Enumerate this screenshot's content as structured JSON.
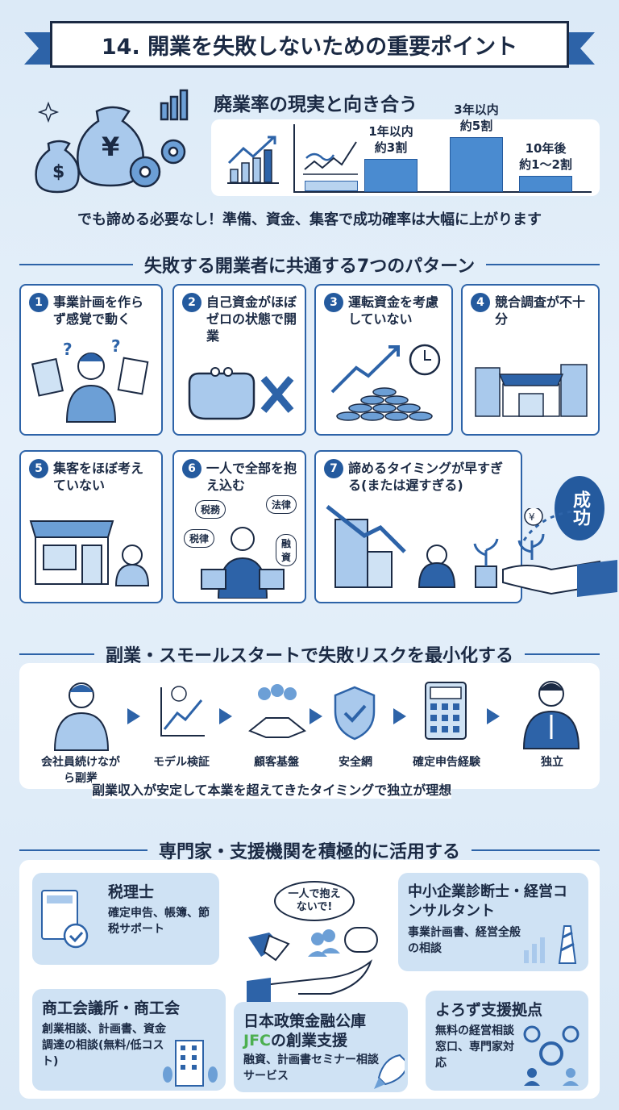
{
  "title": "14. 開業を失敗しないための重要ポイント",
  "section1": {
    "heading": "廃業率の現実と向き合う",
    "bars": [
      {
        "label_line1": "1年以内",
        "label_line2": "約3割",
        "value": 30
      },
      {
        "label_line1": "3年以内",
        "label_line2": "約5割",
        "value": 50
      },
      {
        "label_line1": "10年後",
        "label_line2": "約1〜2割",
        "value": 15
      }
    ],
    "message": "でも諦める必要なし！準備、資金、集客で成功確率は大幅に上がります"
  },
  "section2": {
    "heading": "失敗する開業者に共通する7つのパターン",
    "patterns": [
      {
        "num": "1",
        "text": "事業計画を作らず感覚で動く"
      },
      {
        "num": "2",
        "text": "自己資金がほぼゼロの状態で開業"
      },
      {
        "num": "3",
        "text": "運転資金を考慮していない"
      },
      {
        "num": "4",
        "text": "競合調査が不十分"
      },
      {
        "num": "5",
        "text": "集客をほぼ考えていない"
      },
      {
        "num": "6",
        "text": "一人で全部を抱え込む"
      },
      {
        "num": "7",
        "text": "諦めるタイミングが早すぎる(または遅すぎる)"
      }
    ],
    "tasks": [
      "税務",
      "法律",
      "税律",
      "融資"
    ],
    "success": "成功"
  },
  "section3": {
    "heading": "副業・スモールスタートで失敗リスクを最小化する",
    "steps": [
      "会社員続けながら副業",
      "モデル検証",
      "顧客基盤",
      "安全網",
      "確定申告経験",
      "独立"
    ],
    "note": "副業収入が安定して本業を超えてきたタイミングで独立が理想"
  },
  "section4": {
    "heading": "専門家・支援機関を積極的に活用する",
    "bubble": "一人で抱えないで!",
    "supports": [
      {
        "title": "税理士",
        "desc": "確定申告、帳簿、節税サポート"
      },
      {
        "title": "中小企業診断士・経営コンサルタント",
        "desc": "事業計画書、経営全般の相談"
      },
      {
        "title": "商工会議所・商工会",
        "desc": "創業相談、計画書、資金調達の相談(無料/低コスト)"
      },
      {
        "title": "日本政策金融公庫",
        "title2_accent": "JFC",
        "title2": "の創業支援",
        "desc": "融資、計画書セミナー相談サービス"
      },
      {
        "title": "よろず支援拠点",
        "desc": "無料の経営相談窓口、専門家対応"
      }
    ]
  },
  "colors": {
    "primary": "#2d63a8",
    "dark": "#1b2a44",
    "accent_green": "#4caf50",
    "box": "#cfe2f4"
  }
}
